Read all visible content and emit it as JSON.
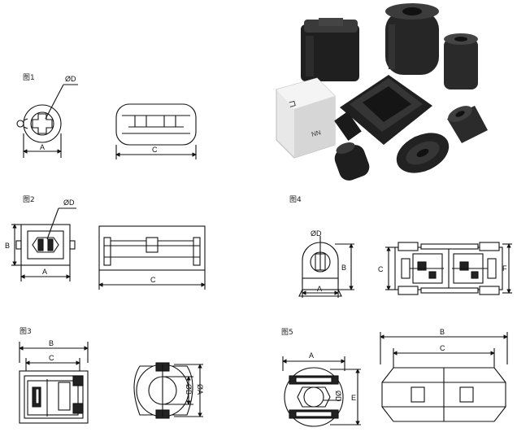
{
  "figures": [
    {
      "label": "图1",
      "dims": {
        "d": "ØD",
        "a": "A",
        "c": "C"
      }
    },
    {
      "label": "图2",
      "dims": {
        "d": "ØD",
        "b": "B",
        "a": "A",
        "c": "C"
      }
    },
    {
      "label": "图3",
      "dims": {
        "b": "B",
        "c": "C",
        "phi_b": "ØB",
        "phi_a": "ØA"
      }
    },
    {
      "label": "图4",
      "dims": {
        "d": "ØD",
        "b": "B",
        "a": "A",
        "c": "C",
        "f": "F"
      }
    },
    {
      "label": "图5",
      "dims": {
        "a": "A",
        "phi_d": "ØD",
        "e": "E",
        "b": "B",
        "c": "C"
      }
    }
  ],
  "photo": {
    "clip_mark_1": "⊐",
    "clip_mark_2": "NN"
  }
}
